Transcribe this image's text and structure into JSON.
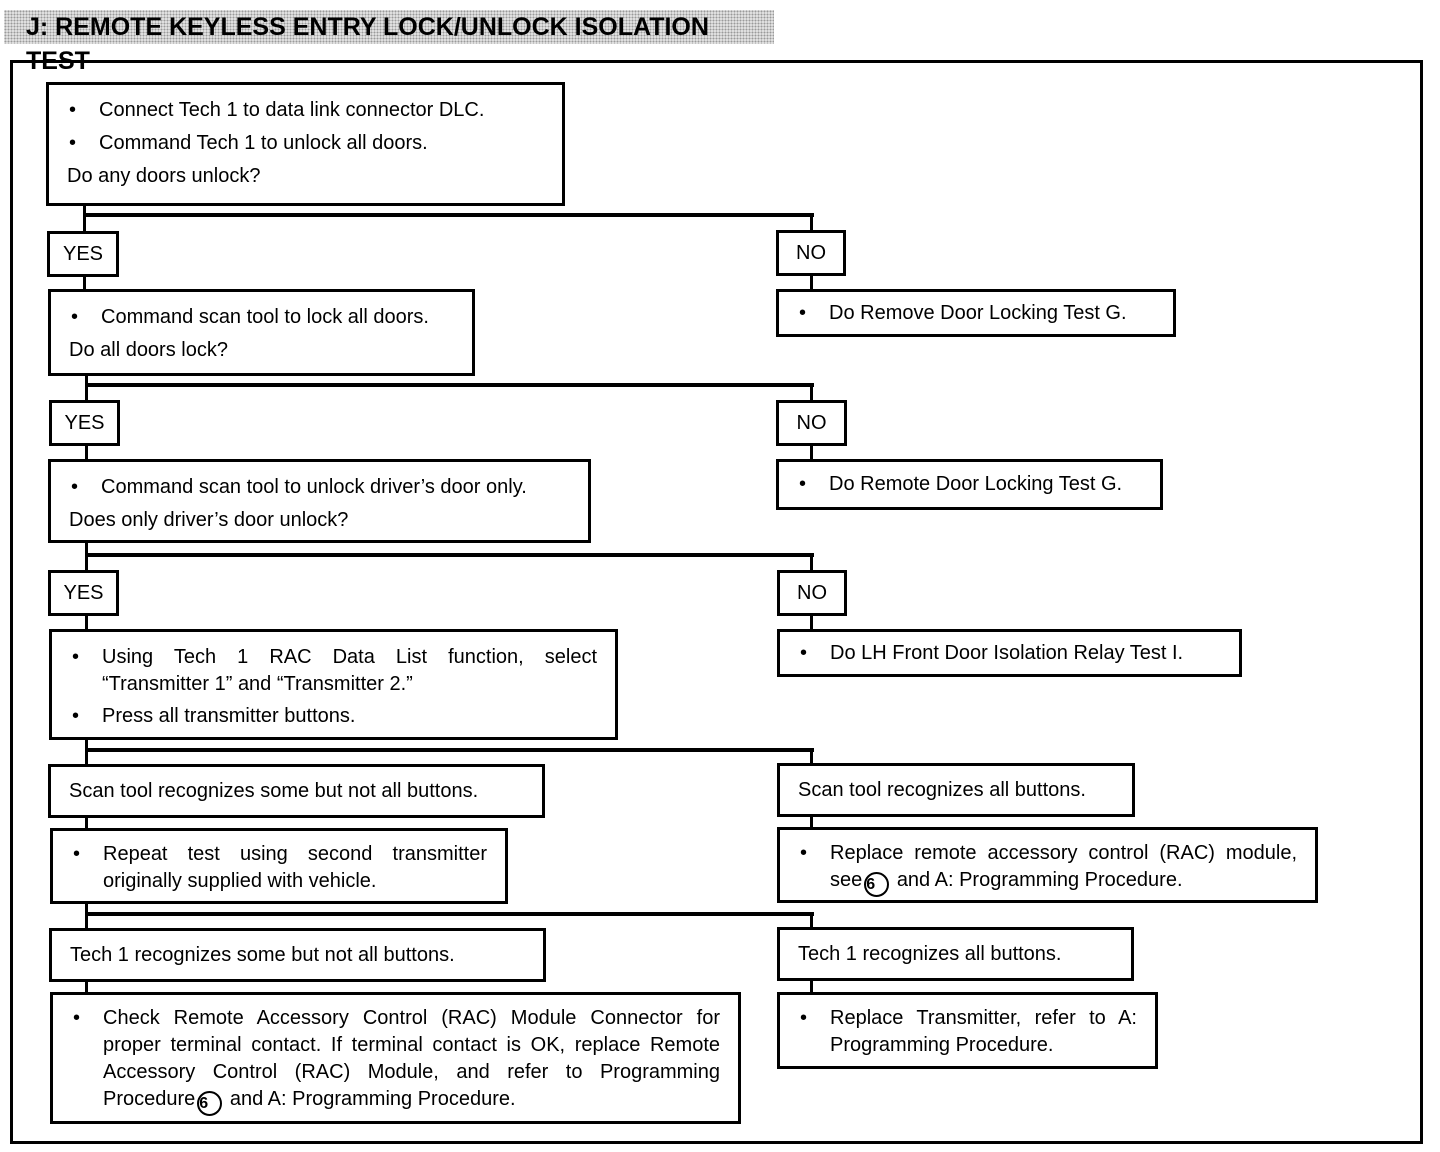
{
  "title": "J:  REMOTE KEYLESS ENTRY LOCK/UNLOCK ISOLATION TEST",
  "yes": "YES",
  "no": "NO",
  "step1": {
    "b1": "Connect Tech 1 to data link connector DLC.",
    "b2": "Command Tech 1 to unlock all doors.",
    "q": "Do any doors unlock?"
  },
  "no1": "Do Remove Door Locking Test G.",
  "step2": {
    "b1": "Command scan tool to lock all doors.",
    "q": "Do all doors lock?"
  },
  "no2": "Do Remote Door Locking Test G.",
  "step3": {
    "b1": "Command scan tool to unlock driver’s door only.",
    "q": "Does only driver’s door unlock?"
  },
  "no3": "Do LH Front Door Isolation Relay Test I.",
  "step4": {
    "b1": "Using Tech 1 RAC Data List function, select “Transmitter 1” and “Transmitter 2.”",
    "b2": "Press all transmitter buttons."
  },
  "cond1_left": "Scan tool recognizes some but not all buttons.",
  "cond1_right": "Scan tool recognizes all buttons.",
  "step5": "Repeat test using second transmitter originally supplied with vehicle.",
  "action_rac": {
    "pre": "Replace remote accessory control (RAC) module, see",
    "ref": "6",
    "post": "and A:  Programming Procedure."
  },
  "cond2_left": "Tech 1 recognizes some but not all buttons.",
  "cond2_right": "Tech 1 recognizes all buttons.",
  "final_left": {
    "pre": "Check Remote Accessory Control (RAC) Module Connector for proper terminal contact. If terminal contact is OK, replace Remote Accessory Control (RAC) Module, and refer to Programming Procedure",
    "ref": "6",
    "post": "and A:  Programming Procedure."
  },
  "final_right": "Replace Transmitter, refer to A:  Programming Procedure."
}
